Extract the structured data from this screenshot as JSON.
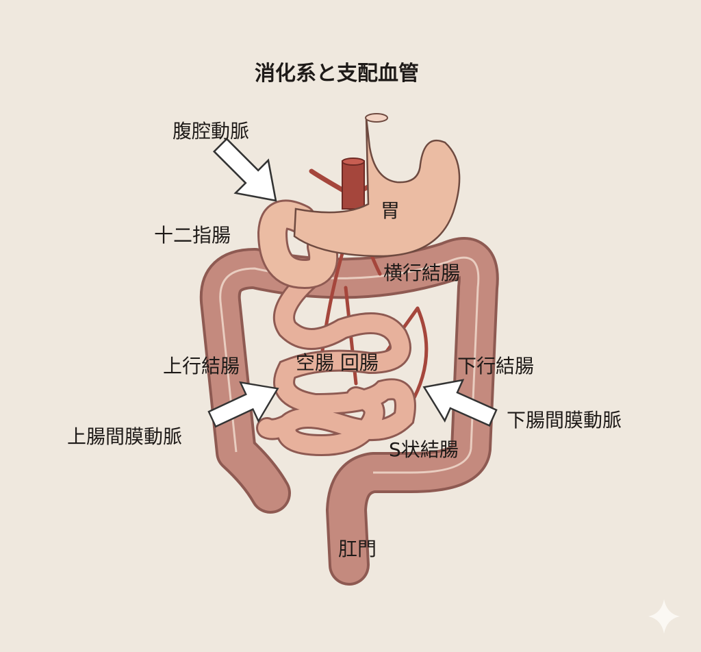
{
  "title": "消化系と支配血管",
  "labels": {
    "celiac_artery": "腹腔動脈",
    "duodenum": "十二指腸",
    "stomach": "胃",
    "transverse_colon": "横行結腸",
    "ascending_colon": "上行結腸",
    "jejunum_ileum": "空腸 回腸",
    "descending_colon": "下行結腸",
    "superior_mesenteric_artery": "上腸間膜動脈",
    "inferior_mesenteric_artery": "下腸間膜動脈",
    "sigmoid_colon": "S状結腸",
    "anus": "肛門"
  },
  "colors": {
    "background": "#efe8de",
    "colon": "#c48a7e",
    "colon_outline": "#8e5a52",
    "stomach": "#ebbca3",
    "artery": "#a5463c"
  }
}
